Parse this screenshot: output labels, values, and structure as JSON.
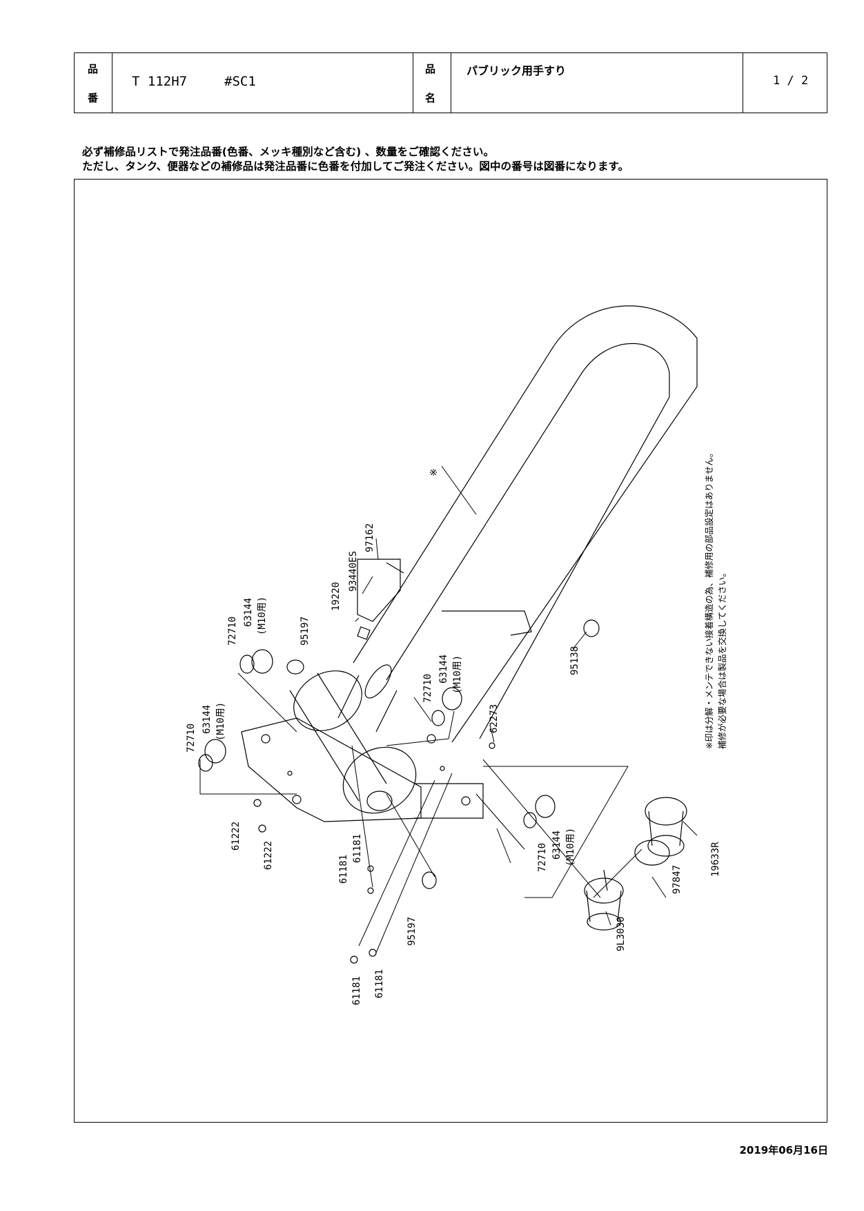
{
  "header": {
    "part_number_label_1": "品",
    "part_number_label_2": "番",
    "part_number": "T 112H7",
    "color_code": "#SC1",
    "part_name_label_1": "品",
    "part_name_label_2": "名",
    "part_name": "パブリック用手すり",
    "page": "1 / 2"
  },
  "notice": {
    "line1": "必ず補修品リストで発注品番(色番、メッキ種別など含む) 、数量をご確認ください。",
    "line2": "ただし、タンク、便器などの補修品は発注品番に色番を付加してご発注ください。図中の番号は図番になります。"
  },
  "drawing": {
    "side_note_line1": "※印は分解・メンテできない接着構造の為、補修用の部品設定はありません。",
    "side_note_line2": "補修が必要な場合は製品を交換してください。",
    "callouts": {
      "mark": "※",
      "p97162": "97162",
      "p93440ES": "93440ES",
      "p19220": "19220",
      "p63144_a": "63144",
      "p63144_a_sub": "(M10用)",
      "p72710_a": "72710",
      "p95197_a": "95197",
      "p95138": "95138",
      "p63144_b": "63144",
      "p63144_b_sub": "(M10用)",
      "p72710_b": "72710",
      "p62273": "62273",
      "p63144_c": "63144",
      "p63144_c_sub": "(M10用)",
      "p72710_c": "72710",
      "p61222_a": "61222",
      "p61222_b": "61222",
      "p61181_a": "61181",
      "p61181_b": "61181",
      "p95197_b": "95197",
      "p61181_c": "61181",
      "p61181_d": "61181",
      "p72710_d": "72710",
      "p63144_d": "63144",
      "p63144_d_sub": "(M10用)",
      "p9L3030": "9L3030",
      "p97847": "97847",
      "p19633R": "19633R"
    }
  },
  "footer": {
    "date": "2019年06月16日"
  }
}
